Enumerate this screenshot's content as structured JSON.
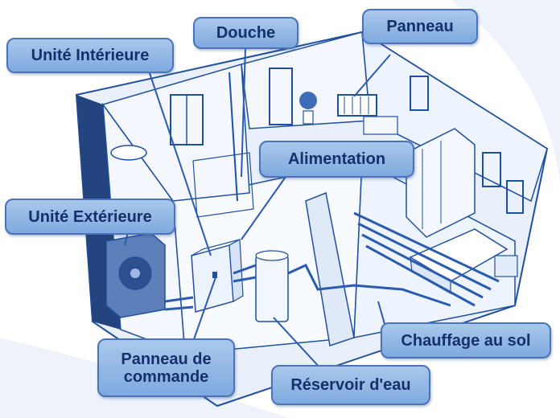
{
  "labels": {
    "douche": "Douche",
    "panneau": "Panneau",
    "unite_interieure": "Unité Intérieure",
    "alimentation": "Alimentation",
    "unite_exterieure": "Unité Extérieure",
    "chauffage_au_sol": "Chauffage au sol",
    "panneau_de_commande_line1": "Panneau de",
    "panneau_de_commande_line2": "commande",
    "reservoir_d_eau": "Réservoir d'eau"
  },
  "colors": {
    "label_fill": "#8fb6e6",
    "label_border": "#4b74b8",
    "label_text": "#13316b",
    "line_art": "#1f4fa0",
    "floor": "#dce8f8",
    "wall_fill": "#f4f8fe"
  }
}
